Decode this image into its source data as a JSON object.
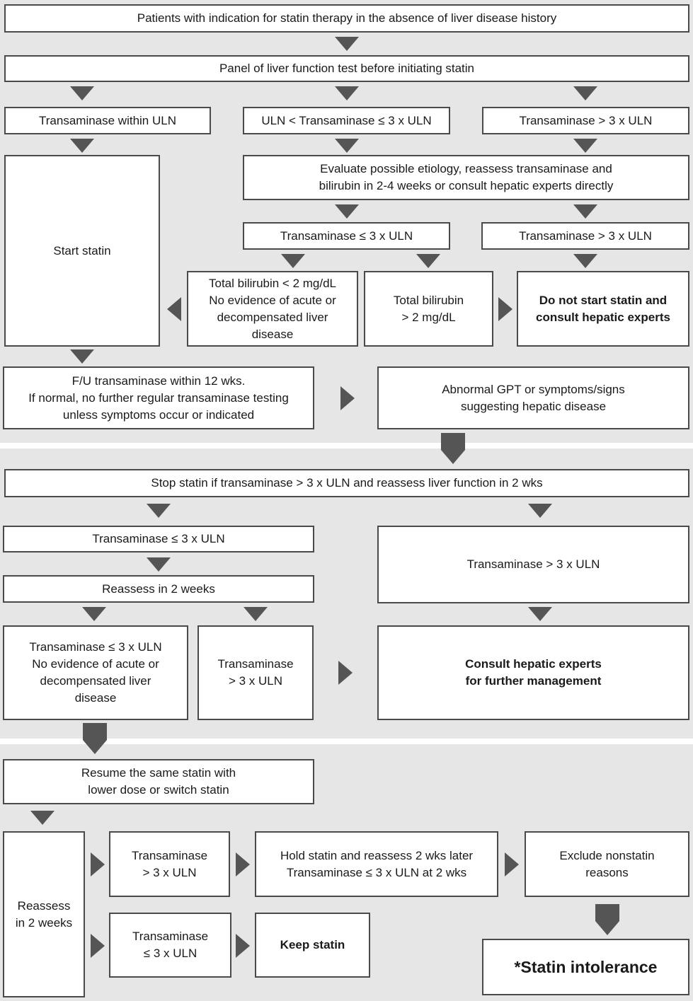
{
  "flowchart": {
    "top": "Patients with indication for statin therapy in the absence of liver disease history",
    "panel": "Panel of liver function test before initiating statin",
    "trans_within_uln": "Transaminase within ULN",
    "uln_to_3x": "ULN < Transaminase ≤ 3 x ULN",
    "trans_gt_3x_a": "Transaminase > 3 x ULN",
    "evaluate": "Evaluate possible etiology, reassess transaminase and\nbilirubin in 2-4 weeks or consult hepatic experts directly",
    "start_statin": "Start statin",
    "trans_le_3x_a": "Transaminase ≤ 3 x ULN",
    "trans_gt_3x_b": "Transaminase > 3 x ULN",
    "bili_lt_2": "Total bilirubin < 2 mg/dL\nNo evidence of acute or\ndecompensated liver\ndisease",
    "bili_gt_2": "Total bilirubin\n> 2 mg/dL",
    "do_not_start": "Do not start statin and\nconsult hepatic experts",
    "fu_transaminase": "F/U transaminase within 12 wks.\nIf normal, no further regular transaminase testing\nunless symptoms occur or indicated",
    "abnormal_gpt": "Abnormal GPT or symptoms/signs\nsuggesting hepatic disease",
    "stop_statin": "Stop statin if transaminase > 3 x ULN and reassess liver function in 2 wks",
    "trans_le_3x_b": "Transaminase ≤ 3 x ULN",
    "trans_gt_3x_c": "Transaminase > 3 x ULN",
    "reassess_2w": "Reassess in 2 weeks",
    "trans_le_3x_noevid": "Transaminase ≤ 3 x ULN\nNo evidence of acute or\ndecompensated liver\ndisease",
    "trans_gt_3x_d": "Transaminase\n> 3 x ULN",
    "consult_further": "Consult hepatic experts\nfor further management",
    "resume_statin": "Resume the same statin with\nlower dose or switch statin",
    "reassess_2w_b": "Reassess\nin 2 weeks",
    "trans_gt_3x_e": "Transaminase\n> 3 x ULN",
    "hold_statin": "Hold statin and reassess 2 wks later\nTransaminase ≤ 3 x ULN at 2 wks",
    "exclude_nonstatin": "Exclude nonstatin\nreasons",
    "trans_le_3x_c": "Transaminase\n≤ 3 x ULN",
    "keep_statin": "Keep statin",
    "statin_intolerance": "*Statin intolerance"
  }
}
